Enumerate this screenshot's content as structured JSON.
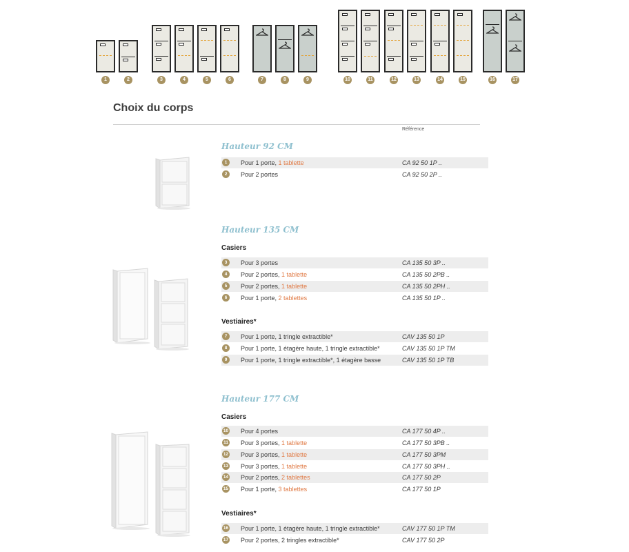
{
  "colors": {
    "accent": "#e07a45",
    "badge": "#a89362",
    "section_title": "#8fc0cf",
    "row_shade": "#ededed"
  },
  "diagrams": {
    "numbers": [
      "1",
      "2",
      "3",
      "4",
      "5",
      "6",
      "7",
      "8",
      "9",
      "10",
      "11",
      "12",
      "13",
      "14",
      "15",
      "16",
      "17"
    ]
  },
  "header": {
    "title": "Choix du corps",
    "reference_label": "Référence"
  },
  "sections": [
    {
      "title": "Hauteur 92 CM",
      "groups": [
        {
          "heading": "",
          "rows": [
            {
              "num": "1",
              "text": "Pour 1 porte, ",
              "accent": "1 tablette",
              "ref": "CA 92 50 1P .."
            },
            {
              "num": "2",
              "text": "Pour 2 portes",
              "accent": "",
              "ref": "CA 92 50 2P .."
            }
          ]
        }
      ]
    },
    {
      "title": "Hauteur 135 CM",
      "groups": [
        {
          "heading": "Casiers",
          "rows": [
            {
              "num": "3",
              "text": "Pour 3 portes",
              "accent": "",
              "ref": "CA 135 50 3P .."
            },
            {
              "num": "4",
              "text": "Pour 2 portes, ",
              "accent": "1 tablette",
              "ref": "CA 135 50 2PB .."
            },
            {
              "num": "5",
              "text": "Pour 2 portes, ",
              "accent": "1 tablette",
              "ref": "CA 135 50 2PH .."
            },
            {
              "num": "6",
              "text": "Pour 1 porte, ",
              "accent": "2 tablettes",
              "ref": "CA 135 50 1P .."
            }
          ]
        },
        {
          "heading": "Vestiaires*",
          "rows": [
            {
              "num": "7",
              "text": "Pour 1 porte, 1 tringle extractible*",
              "accent": "",
              "ref": "CAV 135 50 1P"
            },
            {
              "num": "8",
              "text": "Pour 1 porte, 1 étagère haute, 1 tringle extractible*",
              "accent": "",
              "ref": "CAV 135 50 1P TM"
            },
            {
              "num": "9",
              "text": "Pour 1 porte, 1 tringle extractible*, 1 étagère basse",
              "accent": "",
              "ref": "CAV 135 50 1P TB"
            }
          ]
        }
      ]
    },
    {
      "title": "Hauteur 177 CM",
      "groups": [
        {
          "heading": "Casiers",
          "rows": [
            {
              "num": "10",
              "text": "Pour 4 portes",
              "accent": "",
              "ref": "CA 177 50 4P .."
            },
            {
              "num": "11",
              "text": "Pour 3 portes, ",
              "accent": "1 tablette",
              "ref": "CA 177 50 3PB .."
            },
            {
              "num": "12",
              "text": "Pour 3 portes, ",
              "accent": "1 tablette",
              "ref": "CA 177 50 3PM"
            },
            {
              "num": "13",
              "text": "Pour 3 portes, ",
              "accent": "1 tablette",
              "ref": "CA 177 50 3PH .."
            },
            {
              "num": "14",
              "text": "Pour 2 portes, ",
              "accent": "2 tablettes",
              "ref": "CA 177 50 2P"
            },
            {
              "num": "15",
              "text": "Pour 1 porte, ",
              "accent": "3 tablettes",
              "ref": "CA 177 50 1P"
            }
          ]
        },
        {
          "heading": "Vestiaires*",
          "rows": [
            {
              "num": "16",
              "text": "Pour 1 porte, 1 étagère haute, 1 tringle extractible*",
              "accent": "",
              "ref": "CAV 177 50 1P TM"
            },
            {
              "num": "17",
              "text": "Pour 2 portes, 2 tringles extractible*",
              "accent": "",
              "ref": "CAV 177 50 2P"
            }
          ]
        }
      ]
    }
  ]
}
